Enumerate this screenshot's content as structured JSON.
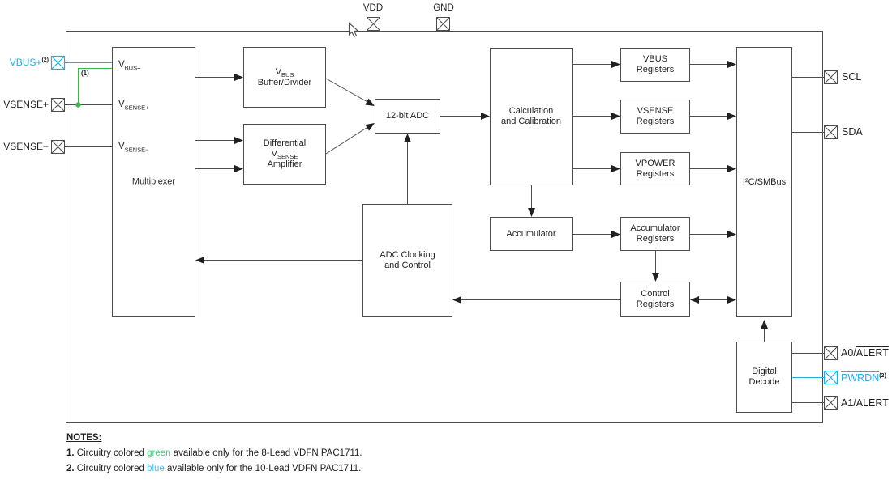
{
  "pins": {
    "vdd": {
      "label": "VDD"
    },
    "gnd": {
      "label": "GND"
    },
    "vbus_plus": {
      "label": "VBUS+",
      "sup": "(2)"
    },
    "vsense_plus": {
      "label": "VSENSE+"
    },
    "vsense_minus": {
      "label": "VSENSE−"
    },
    "scl": {
      "label": "SCL"
    },
    "sda": {
      "label": "SDA"
    },
    "a0_alert": {
      "prefix": "A0/",
      "overlined": "ALERT"
    },
    "pwrdn": {
      "overlined": "PWRDN",
      "sup": "(2)"
    },
    "a1_alert": {
      "prefix": "A1/",
      "overlined": "ALERT"
    }
  },
  "blocks": {
    "multiplexer": {
      "label": "Multiplexer",
      "in_vbus": {
        "main": "V",
        "sub": "BUS+"
      },
      "in_vsense_plus": {
        "main": "V",
        "sub": "SENSE+"
      },
      "in_vsense_minus": {
        "main": "V",
        "sub": "SENSE−"
      }
    },
    "vbus_buffer": {
      "main": "V",
      "sub": "BUS",
      "line2": "Buffer/Divider"
    },
    "diff_amp": {
      "line1": "Differential",
      "main": "V",
      "sub": "SENSE",
      "line3": "Amplifier"
    },
    "adc": {
      "label": "12-bit ADC"
    },
    "calc": {
      "line1": "Calculation",
      "line2": "and Calibration"
    },
    "adc_clocking": {
      "line1": "ADC Clocking",
      "line2": "and Control"
    },
    "accumulator": {
      "label": "Accumulator"
    },
    "vbus_registers": {
      "line1": "VBUS",
      "line2": "Registers"
    },
    "vsense_registers": {
      "line1": "VSENSE",
      "line2": "Registers"
    },
    "vpower_registers": {
      "line1": "VPOWER",
      "line2": "Registers"
    },
    "accumulator_registers": {
      "line1": "Accumulator",
      "line2": "Registers"
    },
    "control_registers": {
      "line1": "Control",
      "line2": "Registers"
    },
    "i2c_smbus": {
      "label": "I²C/SMBus"
    },
    "digital_decode": {
      "line1": "Digital",
      "line2": "Decode"
    }
  },
  "wire_note": {
    "label": "(1)"
  },
  "notes": {
    "heading": "NOTES:",
    "n1": {
      "num": "1.",
      "pre": " Circuitry colored ",
      "word": "green",
      "post": " available only for the 8-Lead VDFN PAC1711."
    },
    "n2": {
      "num": "2.",
      "pre": " Circuitry colored ",
      "word": "blue",
      "post": " available only for the 10-Lead VDFN PAC1711."
    }
  },
  "colors": {
    "blue": "#29ABE2",
    "green_wire": "#39B54A",
    "green_text": "#3CC878",
    "blue_text": "#4AB8EA",
    "line": "#4d4d4d",
    "text": "#231f20"
  }
}
